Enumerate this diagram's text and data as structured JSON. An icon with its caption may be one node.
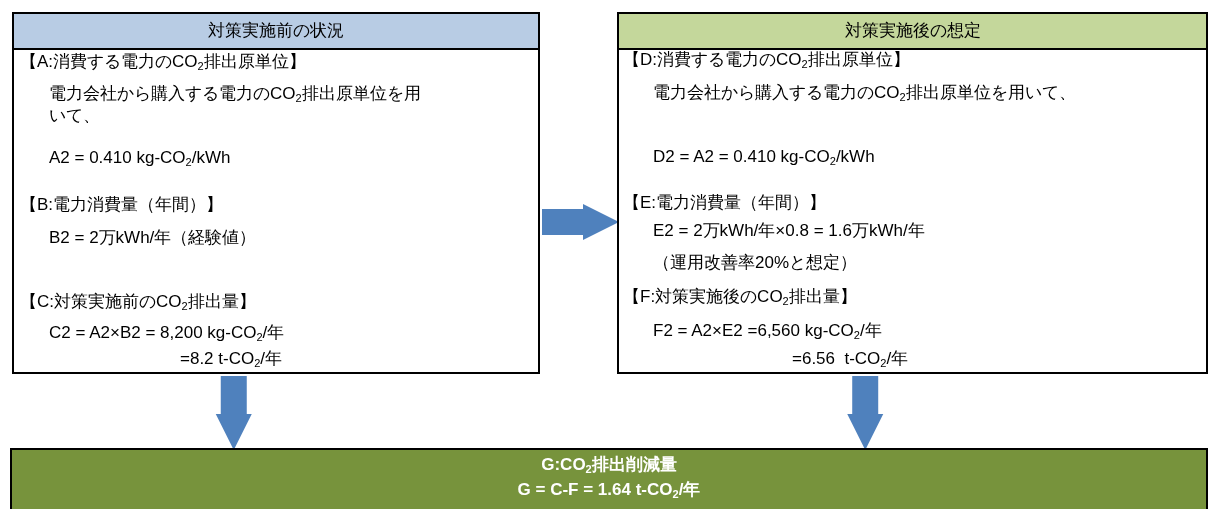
{
  "diagram": {
    "nodes": [
      {
        "text": [
          "対策実施前の状況",
          "【A:消費する電力のCO$_{2}$排出原単位】",
          "電力会社から購入する電力のCO$_{2}$排出原単位を用いて、",
          "A2 = 0.410 kg-CO$_{2}$/kWh",
          "【B:電力消費量（年間）】",
          "B2 = 2万kWh/年（経験値）",
          "【C:対策実施前のCO$_{2}$排出量】",
          "C2 = A2×B2 = 8,200 kg-CO$_{2}$/年",
          "=8.2 t-CO$_{2}$/年"
        ]
      },
      {
        "text": [
          "対策実施後の想定",
          "【D:消費する電力のCO$_{2}$排出原単位】",
          "電力会社から購入する電力のCO$_{2}$排出原単位を用いて、",
          "D2 = A2 = 0.410 kg-CO$_{2}$/kWh",
          "【E:電力消費量（年間）】",
          "E2 = 2万kWh/年×0.8 = 1.6万kWh/年",
          "（運用改善率20%と想定）",
          "【F:対策実施後のCO$_{2}$排出量】",
          "F2 = A2×E2 =6,560 kg-CO$_{2}$/年",
          "=6.56  t-CO$_{2}$/年"
        ]
      },
      {
        "text": [
          "G:CO$_{2}$排出削減量",
          "G = C-F = 1.64 t-CO$_{2}$/年"
        ]
      }
    ],
    "edges": [
      {
        "from": 0,
        "to": 1,
        "arrow": "to"
      },
      {
        "from": 0,
        "to": 2,
        "arrow": "to"
      },
      {
        "from": 1,
        "to": 2,
        "arrow": "to"
      }
    ]
  }
}
